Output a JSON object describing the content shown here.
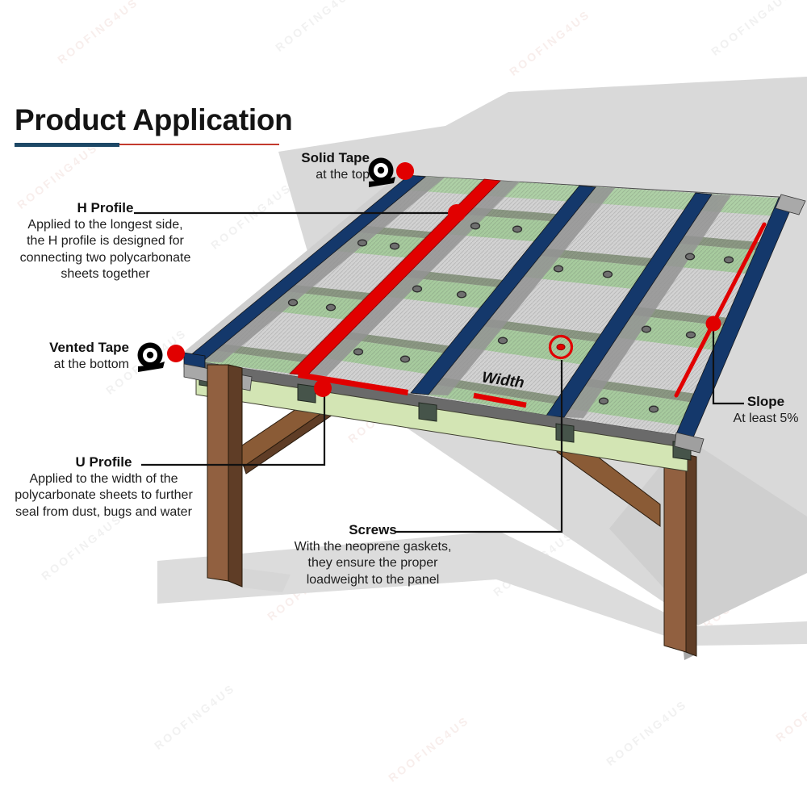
{
  "title": "Product Application",
  "labels": {
    "solid_tape": {
      "title": "Solid Tape",
      "subtitle": "at the top"
    },
    "h_profile": {
      "title": "H Profile",
      "lines": [
        "Applied to the longest side,",
        "the H profile is designed for",
        "connecting two polycarbonate",
        "sheets together"
      ]
    },
    "vented_tape": {
      "title": "Vented Tape",
      "subtitle": "at the bottom"
    },
    "u_profile": {
      "title": "U Profile",
      "lines": [
        "Applied to the width of the",
        "polycarbonate sheets to further",
        "seal from dust, bugs and water"
      ]
    },
    "screws": {
      "title": "Screws",
      "lines": [
        "With the neoprene gaskets,",
        "they ensure the proper",
        "loadweight to the panel"
      ]
    },
    "slope": {
      "title": "Slope",
      "subtitle": "At least 5%"
    },
    "width": "Width"
  },
  "watermark": "ROOFING4US",
  "colors": {
    "accent_red": "#e10000",
    "profile_blue": "#14386b",
    "underline_navy": "#1d4866",
    "underline_red": "#c33a2e",
    "panel_gray": "#d2d2d2",
    "purlin_green": "#a7cb9e",
    "fascia_green": "#d3e5b4",
    "wood_brown": "#916040",
    "wall_gray": "#d9d9d9"
  }
}
